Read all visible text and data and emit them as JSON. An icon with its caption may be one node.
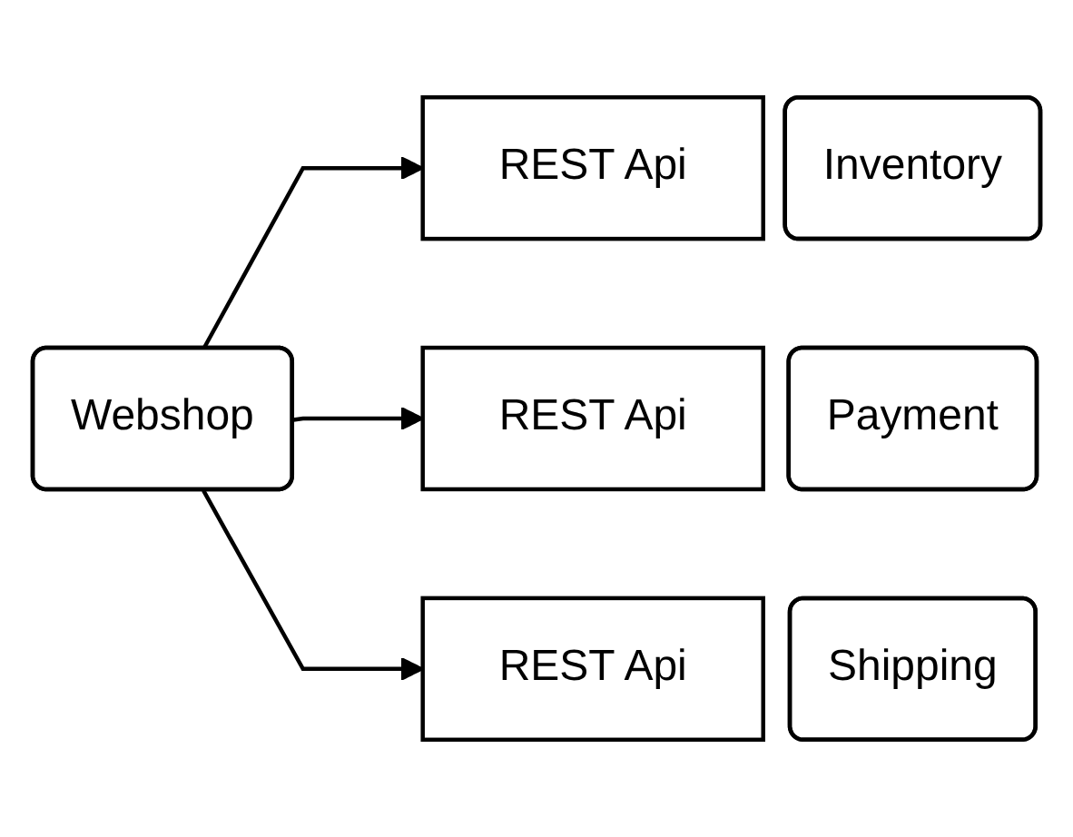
{
  "diagram": {
    "nodes": [
      {
        "text": [
          "Webshop"
        ]
      },
      {
        "text": [
          "REST Api"
        ]
      },
      {
        "text": [
          "Inventory"
        ]
      },
      {
        "text": [
          "REST Api"
        ]
      },
      {
        "text": [
          "Payment"
        ]
      },
      {
        "text": [
          "REST Api"
        ]
      },
      {
        "text": [
          "Shipping"
        ]
      }
    ],
    "edges": [
      {
        "from": 0,
        "to": 1,
        "arrow": "to"
      },
      {
        "from": 0,
        "to": 3,
        "arrow": "to"
      },
      {
        "from": 0,
        "to": 5,
        "arrow": "to"
      }
    ]
  }
}
